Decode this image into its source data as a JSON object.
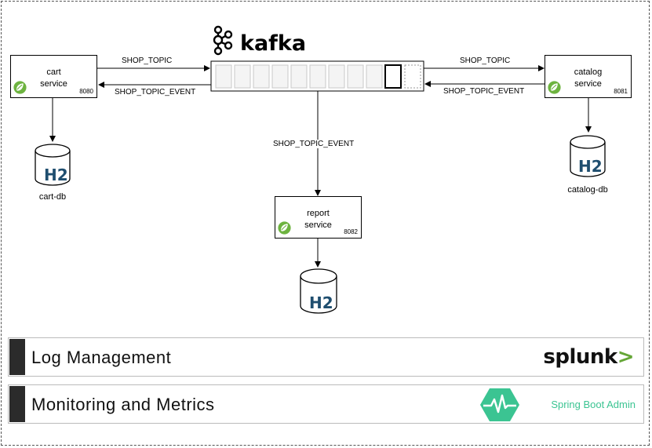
{
  "kafka": {
    "title": "kafka"
  },
  "services": {
    "cart": {
      "name": "cart\nservice",
      "port": "8080",
      "db": "cart-db"
    },
    "catalog": {
      "name": "catalog\nservice",
      "port": "8081",
      "db": "catalog-db"
    },
    "report": {
      "name": "report\nservice",
      "port": "8082"
    }
  },
  "edges": {
    "cart_to_kafka": "SHOP_TOPIC",
    "kafka_to_cart": "SHOP_TOPIC_EVENT",
    "catalog_to_kafka": "SHOP_TOPIC",
    "kafka_to_catalog": "SHOP_TOPIC_EVENT",
    "kafka_to_report": "SHOP_TOPIC_EVENT"
  },
  "db_logo": "H2",
  "bars": {
    "log": {
      "title": "Log Management",
      "logo_text": "splunk",
      "logo_chevron": ">"
    },
    "monitoring": {
      "title": "Monitoring and Metrics",
      "logo_text": "Spring Boot Admin"
    }
  },
  "colors": {
    "spring": "#6db33f",
    "h2": "#1f4e6f",
    "splunk": "#65a637",
    "sba": "#3bc492"
  }
}
